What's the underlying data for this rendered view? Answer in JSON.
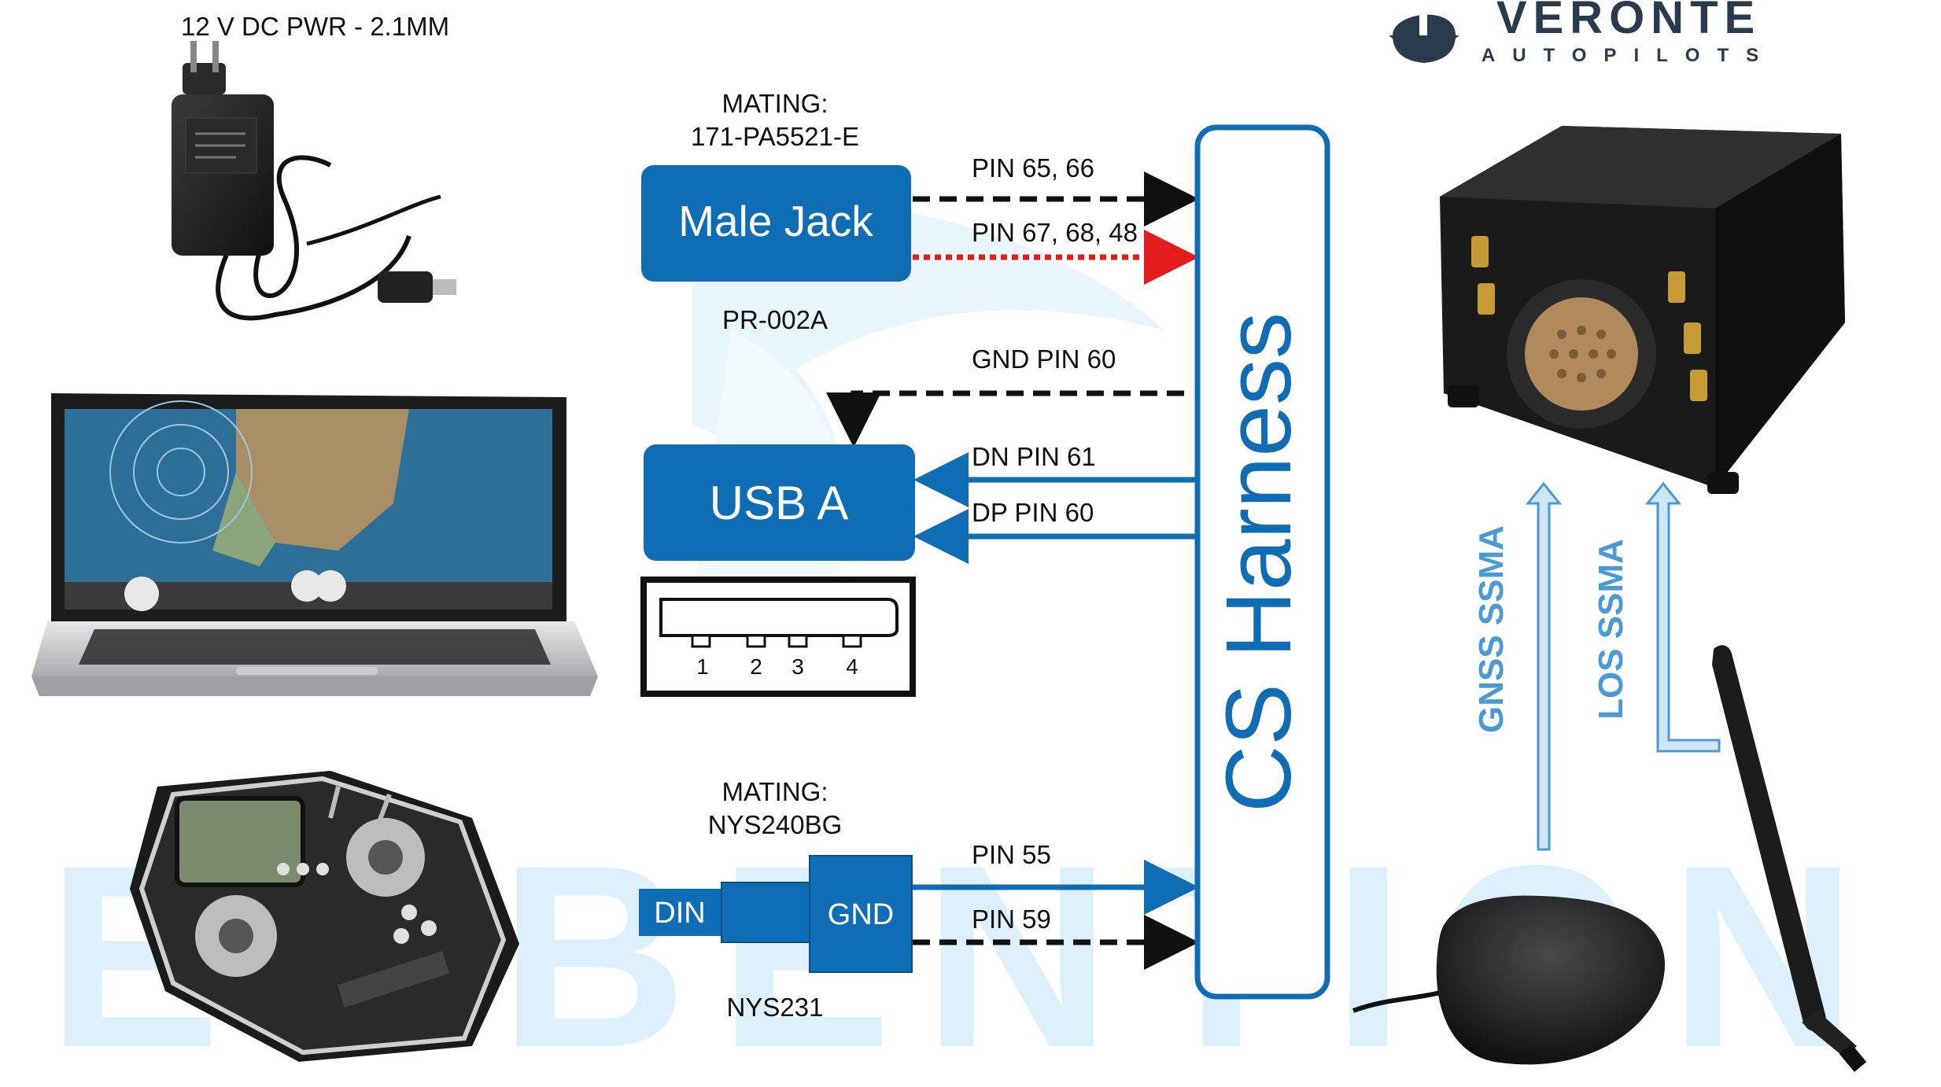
{
  "power_label": "12 V DC PWR - 2.1MM",
  "brand": {
    "name": "VERONTE",
    "tagline": "AUTOPILOTS",
    "color": "#2b3a4c"
  },
  "watermark": "EMBENTION",
  "colors": {
    "blue": "#0e6db4",
    "light_blue": "#4a9ad6",
    "dark": "#111111",
    "red": "#e41c1c"
  },
  "male_jack": {
    "mating_title": "MATING:",
    "mating_part": "171-PA5521-E",
    "label": "Male Jack",
    "part": "PR-002A",
    "pins_top": "PIN 65, 66",
    "pins_bottom": "PIN 67, 68, 48"
  },
  "usb": {
    "label": "USB A",
    "gnd": "GND PIN 60",
    "dn": "DN PIN 61",
    "dp": "DP PIN 60",
    "pin_numbers": [
      "1",
      "2",
      "3",
      "4"
    ]
  },
  "din": {
    "mating_title": "MATING:",
    "mating_part": "NYS240BG",
    "din_label": "DIN",
    "gnd_label": "GND",
    "part": "NYS231",
    "pin_top": "PIN 55",
    "pin_bottom": "PIN 59"
  },
  "harness_label": "CS Harness",
  "gnss_label": "GNSS SSMA",
  "los_label": "LOS  SSMA",
  "devices": {
    "power_adapter": "power-adapter",
    "laptop": "laptop",
    "rc_transmitter": "rc-transmitter",
    "autopilot": "autopilot-unit",
    "gnss_antenna": "gnss-antenna",
    "los_antenna": "los-antenna"
  }
}
